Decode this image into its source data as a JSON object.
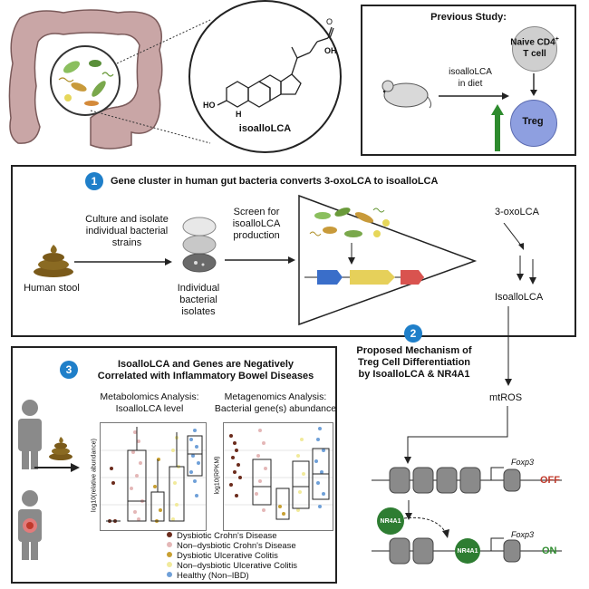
{
  "top_left": {
    "molecule_label": "isoalloLCA",
    "atom_oh": "OH",
    "atom_o": "O",
    "atom_ho": "HO",
    "atom_h": "H"
  },
  "previous_study": {
    "title": "Previous Study:",
    "naive_cell_line1": "Naive CD4",
    "naive_cell_sup": "+",
    "naive_cell_line2": "T cell",
    "diet_line1": "isoalloLCA",
    "diet_line2": "in diet",
    "treg": "Treg"
  },
  "panel1": {
    "number": "1",
    "title": "Gene cluster in human gut bacteria converts 3-oxoLCA to isoalloLCA",
    "human_stool": "Human stool",
    "culture_line1": "Culture and isolate",
    "culture_line2": "individual bacterial",
    "culture_line3": "strains",
    "isolates_line1": "Individual",
    "isolates_line2": "bacterial",
    "isolates_line3": "isolates",
    "screen_line1": "Screen for",
    "screen_line2": "isoalloLCA",
    "screen_line3": "production",
    "oxo": "3-oxoLCA",
    "isoallo": "IsoalloLCA"
  },
  "panel2": {
    "number": "2",
    "title_line1": "Proposed Mechanism of",
    "title_line2": "Treg Cell Differentiation",
    "title_line3": "by IsoalloLCA & NR4A1",
    "mtros": "mtROS",
    "foxp3_top": "Foxp3",
    "off": "OFF",
    "nr4a1_a": "NR4A1",
    "nr4a1_b": "NR4A1",
    "foxp3_bottom": "Foxp3",
    "on": "ON",
    "colors": {
      "off": "#c0392b",
      "on": "#2e8b2e",
      "nr4a1": "#2e7d32"
    }
  },
  "panel3": {
    "number": "3",
    "title_line1": "IsoalloLCA and Genes are Negatively",
    "title_line2": "Correlated with Inflammatory Bowel Diseases",
    "metabolomics_line1": "Metabolomics Analysis:",
    "metabolomics_line2": "IsoalloLCA level",
    "metagenomics_line1": "Metagenomics Analysis:",
    "metagenomics_line2": "Bacterial gene(s) abundance",
    "ylabel_left": "log10(relative abundance)",
    "ylabel_right": "log10(RPKM)",
    "legend": [
      {
        "label": "Dysbiotic Crohn's Disease",
        "color": "#6b2b1c"
      },
      {
        "label": "Non–dysbiotic Crohn's Disease",
        "color": "#e4b7b7"
      },
      {
        "label": "Dysbiotic Ulcerative Colitis",
        "color": "#c8a032"
      },
      {
        "label": "Non–dysbiotic Ulcerative Colitis",
        "color": "#f1ea9c"
      },
      {
        "label": "Healthy (Non–IBD)",
        "color": "#6fa0d8"
      }
    ]
  }
}
